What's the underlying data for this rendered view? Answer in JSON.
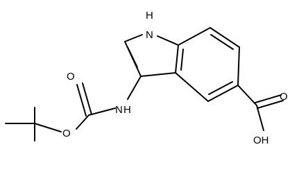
{
  "molecule": {
    "atoms": {
      "nh_ring": "H",
      "nh_ring_n": "N",
      "nh_amide_n": "N",
      "nh_amide_h": "H",
      "carbonyl_o_carbamate": "O",
      "ester_o": "O",
      "acid_carbonyl_o": "O",
      "acid_oh": "OH"
    }
  }
}
